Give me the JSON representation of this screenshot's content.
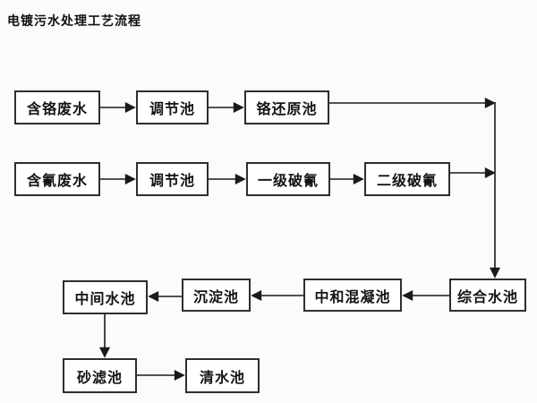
{
  "title": "电镀污水处理工艺流程",
  "colors": {
    "background": "#fbfbfb",
    "box_fill": "#ffffff",
    "box_border": "#2e2e2e",
    "line": "#1a1a1a",
    "text": "#141414"
  },
  "flowchart": {
    "nodes": [
      {
        "id": "chromium-wastewater",
        "label": "含铬废水"
      },
      {
        "id": "regulation-tank-1",
        "label": "调节池"
      },
      {
        "id": "chromium-reduction-tank",
        "label": "铬还原池"
      },
      {
        "id": "cyanide-wastewater",
        "label": "含氰废水"
      },
      {
        "id": "regulation-tank-2",
        "label": "调节池"
      },
      {
        "id": "primary-cyanide-breaking-tank",
        "label": "一级破氰"
      },
      {
        "id": "secondary-cyanide-breaking-tank",
        "label": "二级破氰"
      },
      {
        "id": "comprehensive-water-tank",
        "label": "综合水池"
      },
      {
        "id": "neutralization-coagulation-tank",
        "label": "中和混凝池"
      },
      {
        "id": "sedimentation-tank",
        "label": "沉淀池"
      },
      {
        "id": "intermediate-water-tank",
        "label": "中间水池"
      },
      {
        "id": "sand-filter-tank",
        "label": "砂滤池"
      },
      {
        "id": "clear-water-tank",
        "label": "清水池"
      }
    ],
    "edges": [
      {
        "from": "含铬废水",
        "to": "调节池"
      },
      {
        "from": "调节池",
        "to": "铬还原池"
      },
      {
        "from": "铬还原池",
        "to": "综合水池"
      },
      {
        "from": "含氰废水",
        "to": "调节池"
      },
      {
        "from": "调节池",
        "to": "一级破氰"
      },
      {
        "from": "一级破氰",
        "to": "二级破氰"
      },
      {
        "from": "二级破氰",
        "to": "综合水池"
      },
      {
        "from": "综合水池",
        "to": "中和混凝池"
      },
      {
        "from": "中和混凝池",
        "to": "沉淀池"
      },
      {
        "from": "沉淀池",
        "to": "中间水池"
      },
      {
        "from": "中间水池",
        "to": "砂滤池"
      },
      {
        "from": "砂滤池",
        "to": "清水池"
      }
    ]
  }
}
